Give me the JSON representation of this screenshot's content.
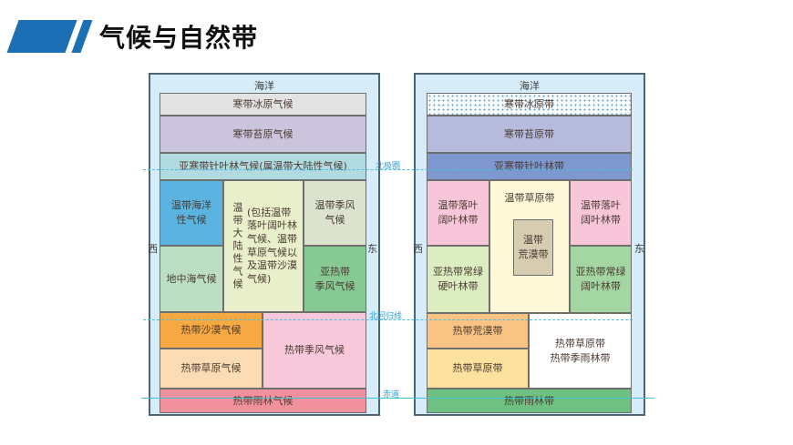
{
  "title": "气候与自然带",
  "colors": {
    "logo_blue": "#1d6fb5",
    "panel_bg": "#d6ecf8",
    "panel_border": "#4e6474",
    "zone_border": "#6e6e6e",
    "latitude_line_cyan": "#49c0e2",
    "latitude_label_blue": "#2a9fd8",
    "zone_text": "#4a3b33"
  },
  "labels": {
    "ocean": "海洋",
    "west": "西",
    "east": "东"
  },
  "latitude_lines": {
    "arctic_circle": "北极圈",
    "tropic_of_cancer": "北回归线",
    "equator": "赤道"
  },
  "climate_panel": {
    "zones": {
      "ice_cap": {
        "label": "寒带冰原气候",
        "color": "#e3e3e3"
      },
      "tundra": {
        "label": "寒带苔原气候",
        "color": "#cbc4dd"
      },
      "subarctic_conifer": {
        "label": "亚寒带针叶林气候(属温带大陆性气候)",
        "color": "#b1dbe1"
      },
      "temperate_maritime": {
        "label": "温带海洋\n性气候",
        "color": "#5bb3e0"
      },
      "mediterranean": {
        "label": "地中海气候",
        "color": "#bcdfc4"
      },
      "temperate_continental": {
        "vertical_label": "温带大陆性气候",
        "note": "(包括温带\n落叶阔叶林\n气候、温带\n草原气候以\n及温带沙漠\n气候)",
        "color": "#e9efca"
      },
      "temperate_monsoon": {
        "label": "温带季风\n气候",
        "color": "#dbe2ce"
      },
      "subtropical_monsoon": {
        "label": "亚热带\n季风气候",
        "color": "#87c993"
      },
      "tropical_desert": {
        "label": "热带沙漠气候",
        "color": "#f6a942"
      },
      "tropical_savanna": {
        "label": "热带草原气候",
        "color": "#fbdcb4"
      },
      "tropical_monsoon": {
        "label": "热带季风气候",
        "color": "#f7c9da"
      },
      "tropical_rainforest": {
        "label": "热带雨林气候",
        "color": "#f2919e"
      }
    }
  },
  "nature_panel": {
    "zones": {
      "ice_sheet": {
        "label": "寒带冰原带",
        "color": "#f5fafd"
      },
      "tundra": {
        "label": "寒带苔原带",
        "color": "#b6bbde"
      },
      "conifer_forest": {
        "label": "亚寒带针叶林带",
        "color": "#7d97cf"
      },
      "deciduous_broadleaf_west": {
        "label": "温带落叶\n阔叶林带",
        "color": "#f8c6d9"
      },
      "evergreen_sclerophyll": {
        "label": "亚热带常绿\n硬叶林带",
        "color": "#dcedc0"
      },
      "temperate_steppe": {
        "label": "温带草原带",
        "color": "#fdf8d8"
      },
      "temperate_desert": {
        "label": "温带\n荒漠带",
        "color": "#d5ccb2"
      },
      "deciduous_broadleaf_east": {
        "label": "温带落叶\n阔叶林带",
        "color": "#f8c6d9"
      },
      "evergreen_broadleaf": {
        "label": "亚热带常绿\n阔叶林带",
        "color": "#a4d6a1"
      },
      "tropical_desert": {
        "label": "热带荒漠带",
        "color": "#f9c383"
      },
      "tropical_savanna_west": {
        "label": "热带草原带",
        "color": "#fce09e"
      },
      "tropical_savanna_monsoon_forest": {
        "label": "热带草原带\n热带季雨林带",
        "color": "#ffffff"
      },
      "tropical_rainforest": {
        "label": "热带雨林带",
        "color": "#6ec180"
      }
    }
  }
}
